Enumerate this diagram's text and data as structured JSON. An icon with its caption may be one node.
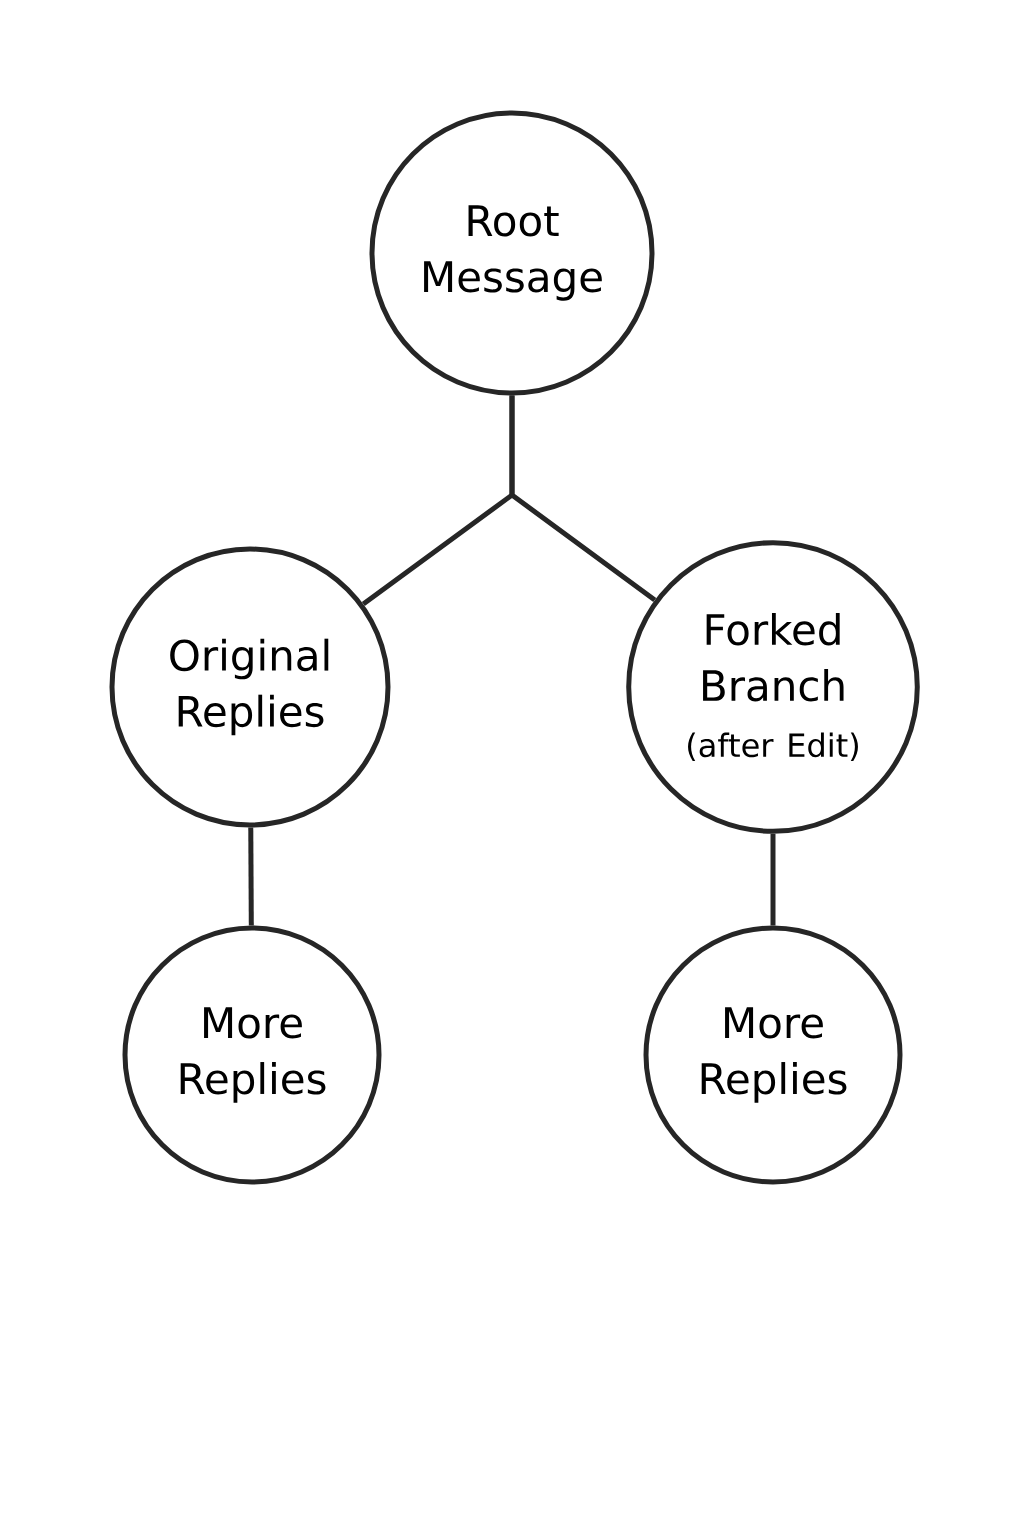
{
  "diagram": {
    "nodes": [
      {
        "text": [
          "Root Message"
        ]
      },
      {
        "text": [
          "Original Replies"
        ]
      },
      {
        "text": [
          "Forked Branch",
          "(after Edit)"
        ]
      },
      {
        "text": [
          "More Replies"
        ]
      },
      {
        "text": [
          "More Replies"
        ]
      }
    ],
    "edges": [
      {
        "from": 0,
        "to": 1,
        "arrow": "none"
      },
      {
        "from": 0,
        "to": 2,
        "arrow": "none"
      },
      {
        "from": 1,
        "to": 3,
        "arrow": "none"
      },
      {
        "from": 2,
        "to": 4,
        "arrow": "none"
      }
    ]
  }
}
